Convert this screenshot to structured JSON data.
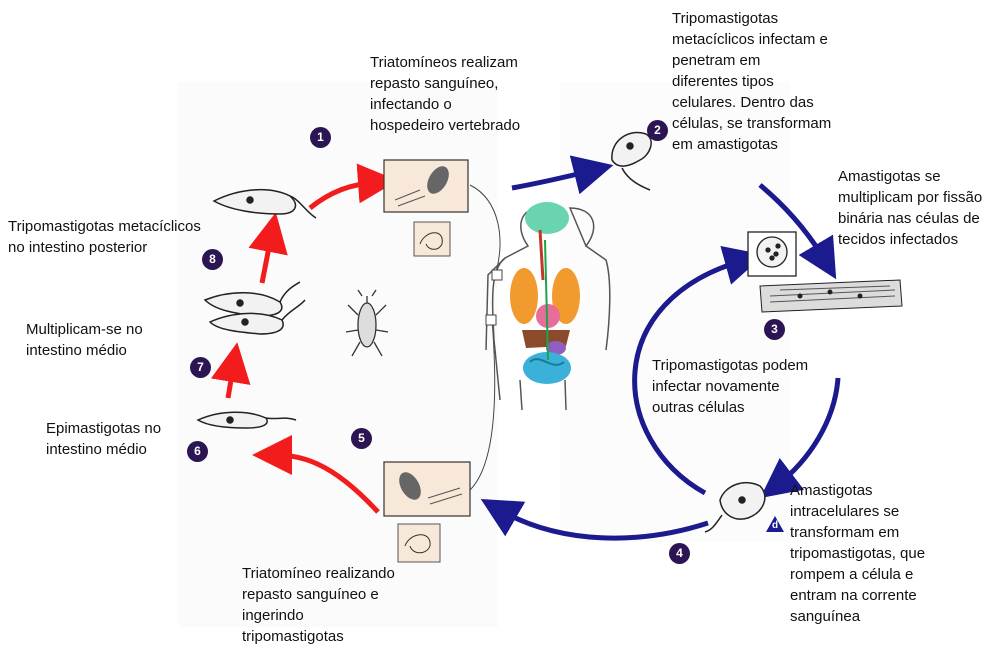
{
  "labels": {
    "step1": "Triatomíneos realizam\nrepasto sanguíneo,\ninfectando o\nhospedeiro vertebrado",
    "step2": "Tripomastigotas\nmetacíclicos infectam e\npenetram em\ndiferentes tipos\ncelulares. Dentro das\ncélulas, se transformam\nem amastigotas",
    "step3": "Amastigotas se\nmultiplicam por fissão\nbinária nas céulas de\ntecidos infectados",
    "reinfect": "Tripomastigotas podem\ninfectar novamente\noutras células",
    "stepd": "Amastigotas\nintracelulares se\ntransformam em\ntripomastigotas, que\nrompem a célula e\nentram na corrente\nsanguínea",
    "step5": "Triatomíneo realizando\nrepasto sanguíneo e\ningerindo\ntripomastigotas",
    "step6": "Epimastigotas no\nintestino médio",
    "step7": "Multiplicam-se no\nintestino médio",
    "step8": "Tripomastigotas metacíclicos\nno intestino posterior"
  },
  "badges": {
    "b1": "1",
    "b2": "2",
    "b3": "3",
    "b4": "4",
    "b5": "5",
    "b6": "6",
    "b7": "7",
    "b8": "8",
    "bd": "d"
  },
  "colors": {
    "insect_stage_arrow": "#f21c1c",
    "human_stage_arrow": "#1b1a8f",
    "badge": "#2b1552"
  }
}
